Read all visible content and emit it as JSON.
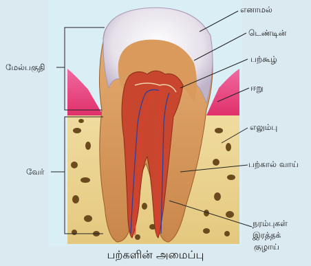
{
  "diagram": {
    "labels": {
      "enamel": "எனாமல்",
      "dentin": "டெண்டின்",
      "pulp": "பற்கூழ்",
      "gum": "ஈறு",
      "bone": "எலும்பு",
      "root_canal": "பற்கால் வாய்",
      "nerves_vessels_1": "நரம்புகள்",
      "nerves_vessels_2": "இரத்தக்",
      "nerves_vessels_3": "குழாய்",
      "crown": "மேல்பகுதி",
      "root": "வேர்"
    },
    "caption": "பற்களின் அமைப்பு"
  }
}
